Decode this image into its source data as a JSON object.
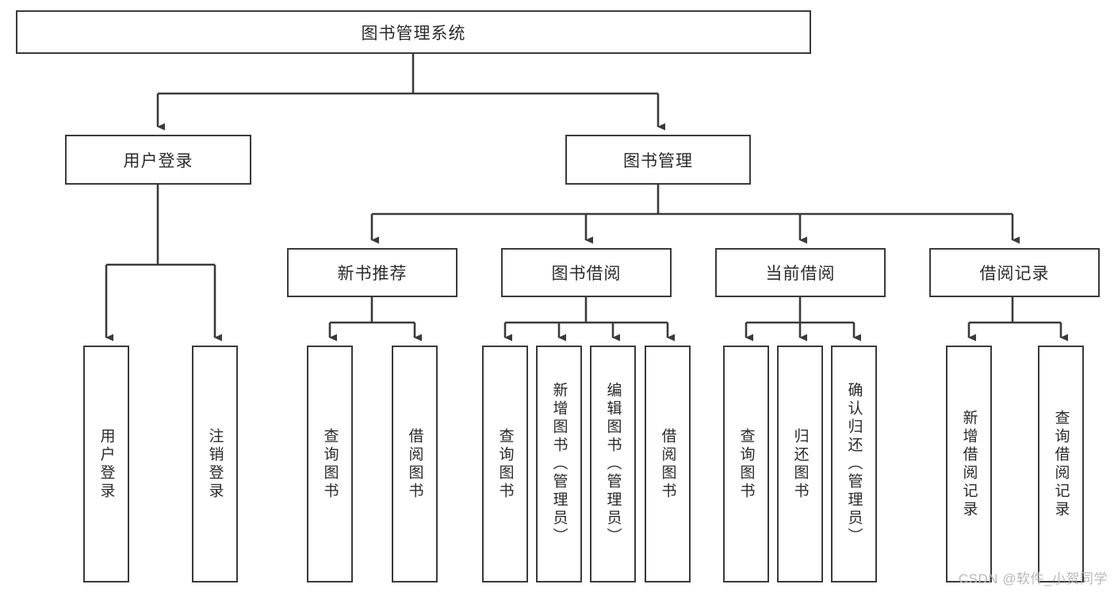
{
  "diagram": {
    "title": "图书管理系统",
    "type": "tree-hierarchy-diagram",
    "watermark": "CSDN @软件_小贺同学",
    "colors": {
      "stroke": "#3a3a3a",
      "box_fill": "#ffffff",
      "text": "#2b2b2b",
      "watermark": "#b9b9b9",
      "background": "#ffffff"
    },
    "root": {
      "label": "图书管理系统"
    },
    "level2": [
      {
        "label": "用户登录"
      },
      {
        "label": "图书管理"
      }
    ],
    "level3": [
      {
        "label": "新书推荐"
      },
      {
        "label": "图书借阅"
      },
      {
        "label": "当前借阅"
      },
      {
        "label": "借阅记录"
      }
    ],
    "leaves": {
      "user_login": [
        {
          "label": "用户登录"
        },
        {
          "label": "注销登录"
        }
      ],
      "new_book_recommend": [
        {
          "label": "查询图书"
        },
        {
          "label": "借阅图书"
        }
      ],
      "book_borrow": [
        {
          "label": "查询图书"
        },
        {
          "label": "新增图书（管理员）"
        },
        {
          "label": "编辑图书（管理员）"
        },
        {
          "label": "借阅图书"
        }
      ],
      "current_borrow": [
        {
          "label": "查询图书"
        },
        {
          "label": "归还图书"
        },
        {
          "label": "确认归还（管理员）"
        }
      ],
      "borrow_record": [
        {
          "label": "新增借阅记录"
        },
        {
          "label": "查询借阅记录"
        }
      ]
    }
  }
}
